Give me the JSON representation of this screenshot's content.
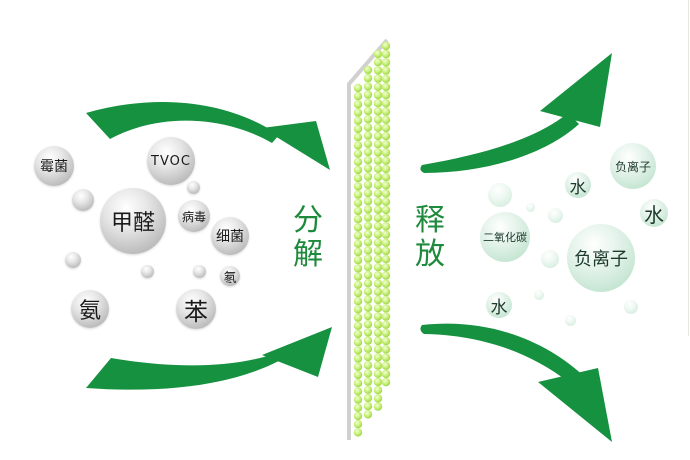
{
  "diagram": {
    "colors": {
      "arrow_green": "#169140",
      "label_green": "#1e8a3c",
      "filter_bead": "#c8f07a",
      "filter_frame": "#d0d0d0",
      "pollutant_bubble": "#c4c4c4",
      "output_bubble": "#cbe8d7"
    },
    "left_panel": {
      "title": "pollutants",
      "bubbles": [
        {
          "label": "霉菌"
        },
        {
          "label": "TVOC"
        },
        {
          "label": "甲醛"
        },
        {
          "label": "病毒"
        },
        {
          "label": "细菌"
        },
        {
          "label": "氡"
        },
        {
          "label": "氨"
        },
        {
          "label": "苯"
        }
      ]
    },
    "center": {
      "decompose_label": "分解",
      "decompose_chars": [
        "分",
        "解"
      ],
      "release_label": "释放",
      "release_chars": [
        "释",
        "放"
      ],
      "filter_icon": "bead-filter-panel"
    },
    "right_panel": {
      "title": "outputs",
      "bubbles": [
        {
          "label": "负离子"
        },
        {
          "label": "水"
        },
        {
          "label": "水"
        },
        {
          "label": "二氧化碳"
        },
        {
          "label": "负离子"
        },
        {
          "label": "水"
        }
      ]
    },
    "arrows": [
      {
        "name": "top-left-arrow",
        "direction": "right-down"
      },
      {
        "name": "bottom-left-arrow",
        "direction": "right-up"
      },
      {
        "name": "top-right-arrow",
        "direction": "up-right"
      },
      {
        "name": "bottom-right-arrow",
        "direction": "down-right"
      }
    ]
  }
}
